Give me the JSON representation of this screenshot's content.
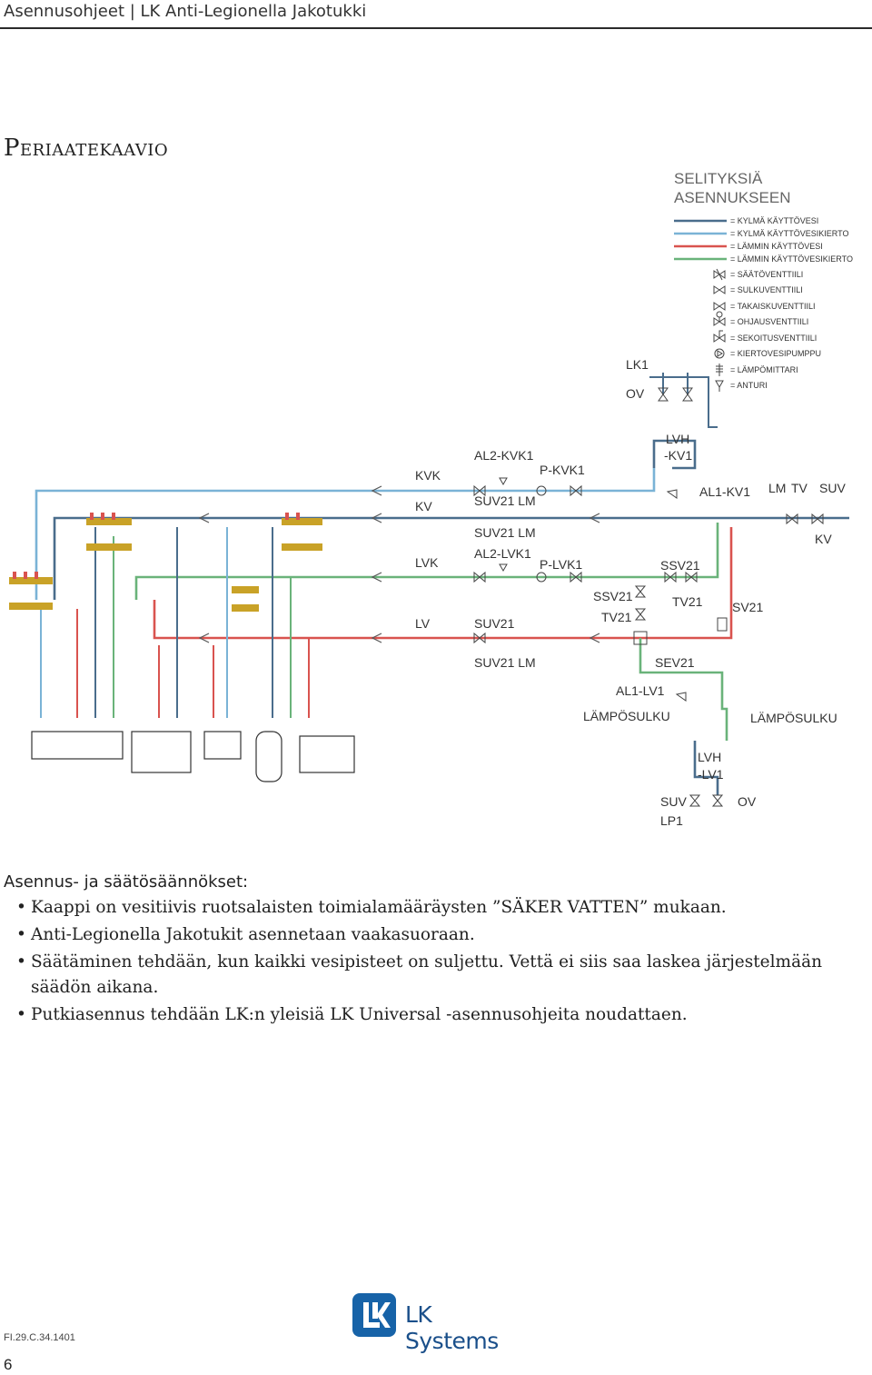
{
  "header": {
    "title": "Asennusohjeet | LK Anti-Legionella Jakotukki"
  },
  "section_title": "Periaatekaavio",
  "legend": {
    "title_line1": "SELITYKSIÄ",
    "title_line2": "ASENNUKSEEN",
    "items": [
      {
        "label": "= KYLMÄ KÄYTTÖVESI",
        "icon": "line-dark-blue",
        "color": "#4a6d8c"
      },
      {
        "label": "= KYLMÄ KÄYTTÖVESIKIERTO",
        "icon": "line-light-blue",
        "color": "#7ab3d6"
      },
      {
        "label": "= LÄMMIN KÄYTTÖVESI",
        "icon": "line-red",
        "color": "#d9534f"
      },
      {
        "label": "= LÄMMIN KÄYTTÖVESIKIERTO",
        "icon": "line-green",
        "color": "#6ab37a"
      },
      {
        "label": "= SÄÄTÖVENTTIILI",
        "icon": "balancing-valve-icon"
      },
      {
        "label": "= SULKUVENTTIILI",
        "icon": "shutoff-valve-icon"
      },
      {
        "label": "= TAKAISKUVENTTIILI",
        "icon": "check-valve-icon"
      },
      {
        "label": "= OHJAUSVENTTIILI",
        "icon": "control-valve-icon"
      },
      {
        "label": "= SEKOITUSVENTTIILI",
        "icon": "mixing-valve-icon"
      },
      {
        "label": "= KIERTOVESIPUMPPU",
        "icon": "circulation-pump-icon"
      },
      {
        "label": "= LÄMPÖMITTARI",
        "icon": "thermometer-icon"
      },
      {
        "label": "= ANTURI",
        "icon": "sensor-icon"
      }
    ]
  },
  "diagram_labels": {
    "lk1": "LK1",
    "ov_top": "OV",
    "kvk": "KVK",
    "kv": "KV",
    "lvk": "LVK",
    "lv": "LV",
    "al2_kvk1": "AL2-KVK1",
    "p_kvk1": "P-KVK1",
    "suv21_lm_a": "SUV21  LM",
    "suv21_lm_b": "SUV21  LM",
    "al2_lvk1": "AL2-LVK1",
    "p_lvk1": "P-LVK1",
    "suv21_c": "SUV21",
    "suv21_lm_d": "SUV21  LM",
    "lvh_kv1_a": "LVH",
    "lvh_kv1_b": "-KV1",
    "al1_kv1": "AL1-KV1",
    "lm": "LM",
    "tv": "TV",
    "suv": "SUV",
    "kv_right": "KV",
    "ssv21_a": "SSV21",
    "ssv21_b": "SSV21",
    "tv21_a": "TV21",
    "tv21_b": "TV21",
    "sv21": "SV21",
    "sev21": "SEV21",
    "al1_lv1": "AL1-LV1",
    "lampo_a": "LÄMPÖSULKU",
    "lampo_b": "LÄMPÖSULKU",
    "lvh_lv1_a": "LVH",
    "lvh_lv1_b": "-LV1",
    "suv_bottom": "SUV",
    "ov_bottom": "OV",
    "lp1": "LP1"
  },
  "rules": {
    "heading": "Asennus- ja säätösäännökset:",
    "items": [
      "Kaappi on vesitiivis ruotsalaisten toimialamääräysten ”SÄKER VATTEN” mukaan.",
      "Anti-Legionella Jakotukit asennetaan vaakasuoraan.",
      "Säätäminen tehdään, kun kaikki vesipisteet on suljettu. Vettä ei siis saa laskea järjestelmään säädön aikana.",
      "Putkiasennus tehdään LK:n yleisiä LK Universal -asennusohjeita noudattaen."
    ]
  },
  "footer": {
    "logo_text": "LK Systems",
    "doc_code": "FI.29.C.34.1401",
    "page_number": "6"
  }
}
